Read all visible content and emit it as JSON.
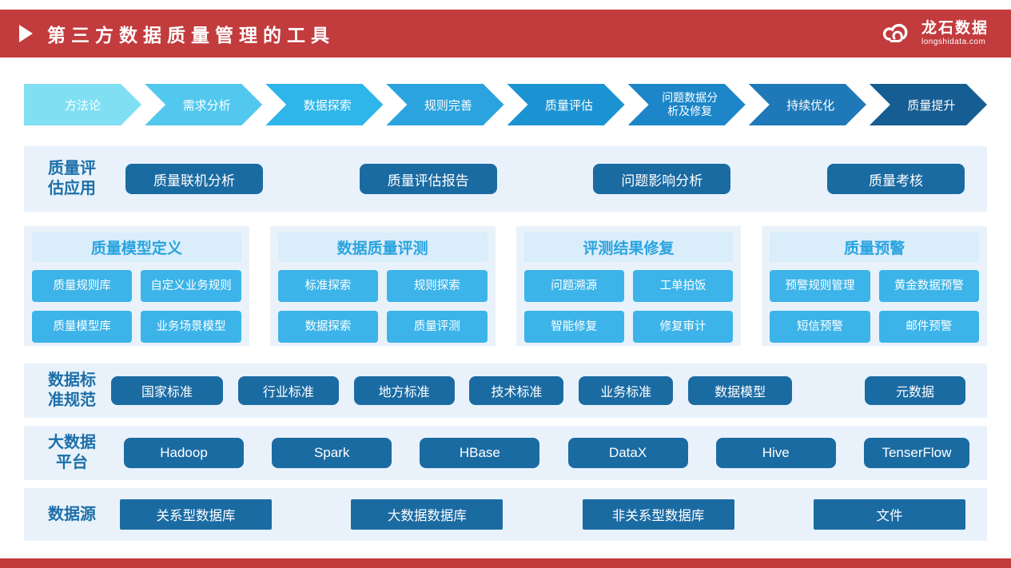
{
  "header": {
    "title": "第三方数据质量管理的工具",
    "logo": {
      "name": "龙石数据",
      "domain": "longshidata.com"
    }
  },
  "flow": {
    "steps": [
      {
        "label": "方法论"
      },
      {
        "label": "需求分析"
      },
      {
        "label": "数据探索"
      },
      {
        "label": "规则完善"
      },
      {
        "label": "质量评估"
      },
      {
        "label": "问题数据分析及修复"
      },
      {
        "label": "持续优化"
      },
      {
        "label": "质量提升"
      }
    ]
  },
  "apps_row": {
    "label": "质量评估应用",
    "buttons": [
      "质量联机分析",
      "质量评估报告",
      "问题影响分析",
      "质量考核"
    ]
  },
  "columns": [
    {
      "title": "质量模型定义",
      "cells": [
        "质量规则库",
        "自定义业务规则",
        "质量模型库",
        "业务场景模型"
      ]
    },
    {
      "title": "数据质量评测",
      "cells": [
        "标准探索",
        "规则探索",
        "数据探索",
        "质量评测"
      ]
    },
    {
      "title": "评测结果修复",
      "cells": [
        "问题溯源",
        "工单拍饭",
        "智能修复",
        "修复审计"
      ]
    },
    {
      "title": "质量预警",
      "cells": [
        "预警规则管理",
        "黄金数据预警",
        "短信预警",
        "邮件预警"
      ]
    }
  ],
  "standards_row": {
    "label": "数据标准规范",
    "buttons": [
      "国家标准",
      "行业标准",
      "地方标准",
      "技术标准",
      "业务标准",
      "数据模型",
      "元数据"
    ]
  },
  "platform_row": {
    "label": "大数据平台",
    "buttons": [
      "Hadoop",
      "Spark",
      "HBase",
      "DataX",
      "Hive",
      "TenserFlow"
    ]
  },
  "sources_row": {
    "label": "数据源",
    "buttons": [
      "关系型数据库",
      "大数据数据库",
      "非关系型数据库",
      "文件"
    ]
  },
  "colors": {
    "header_red": "#c23b3d",
    "footer_red": "#c23b3d",
    "panel_bg": "#e9f2fa",
    "dark_button": "#1b6ba3",
    "bright_button": "#3cb4e9",
    "column_header_bg": "#d9edfa",
    "column_header_text": "#2aa3df",
    "label_text": "#1c6fa9",
    "flow_step_colors": [
      "#80dff3",
      "#53c8ee",
      "#2eb5e9",
      "#2ba3de",
      "#1b93d2",
      "#1c86c8",
      "#1f79b8",
      "#155d92"
    ]
  }
}
